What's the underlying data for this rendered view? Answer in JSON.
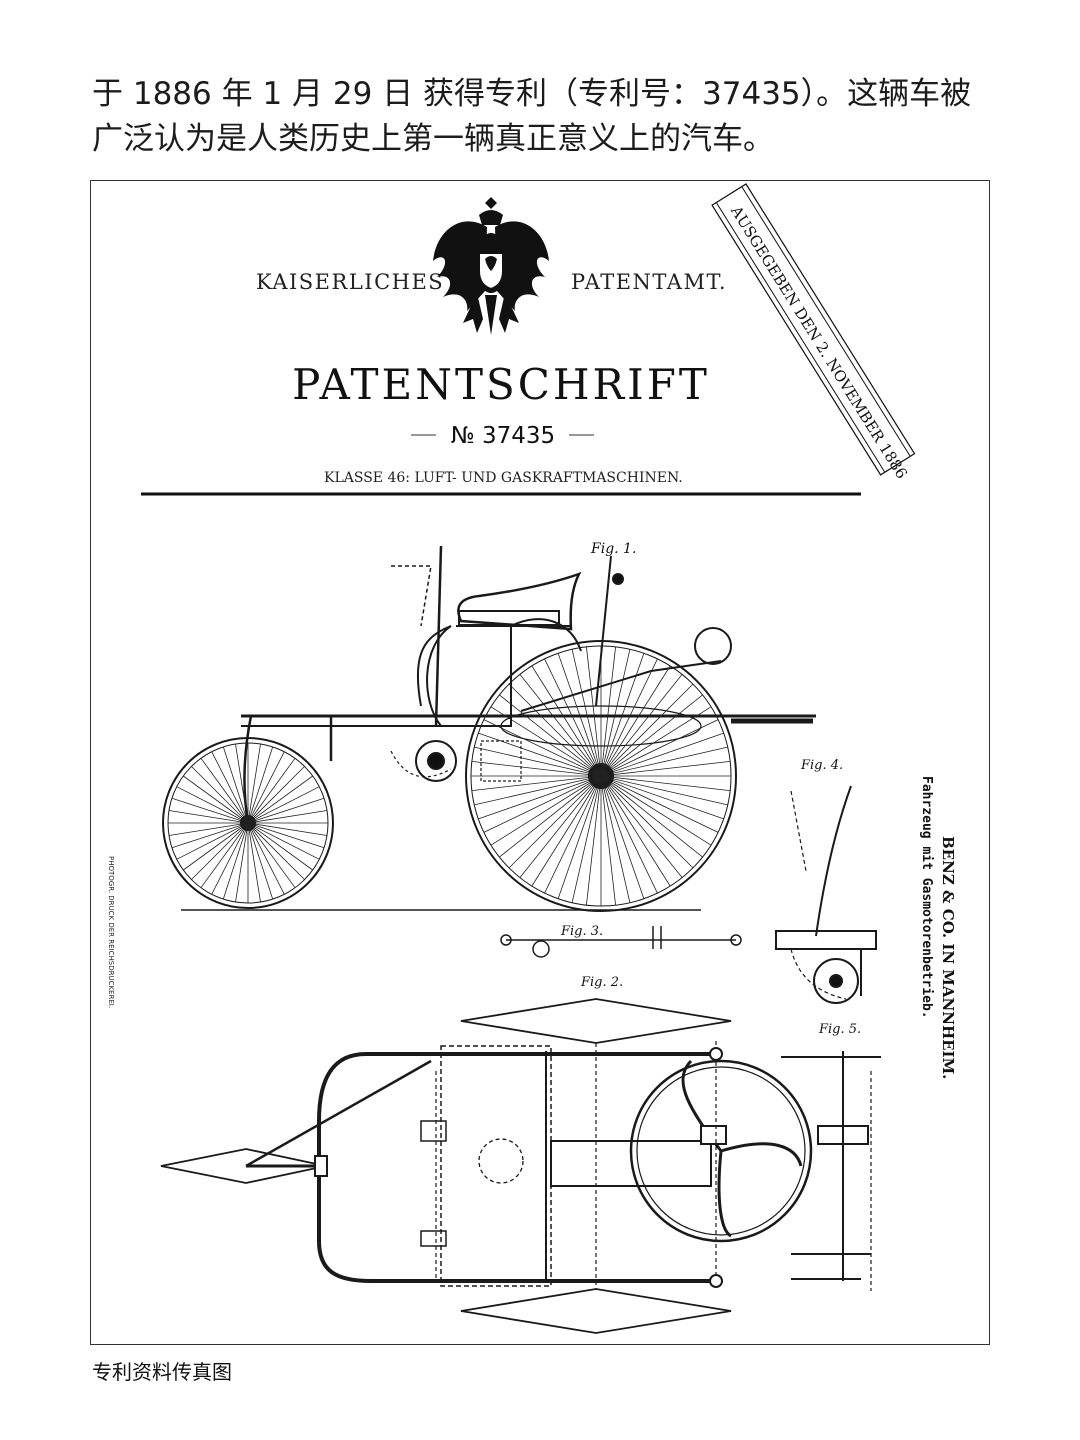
{
  "intro_text": "于 1886 年 1 月 29 日 获得专利（专利号：37435）。这辆车被广泛认为是人类历史上第一辆真正意义上的汽车。",
  "patent": {
    "office_left": "KAISERLICHES",
    "office_right": "PATENTAMT.",
    "title": "PATENTSCHRIFT",
    "number": "№ 37435",
    "class": "KLASSE 46: LUFT- UND GASKRAFTMASCHINEN.",
    "issued_stamp": "AUSGEGEBEN DEN 2. NOVEMBER 1886",
    "assignee": "BENZ & CO. IN MANNHEIM.",
    "subject": "Fahrzeug mit Gasmotorenbetrieb.",
    "printer": "PHOTOGR. DRUCK DER REICHSDRUCKEREI.",
    "fig1": "Fig. 1.",
    "fig2": "Fig. 2.",
    "fig3": "Fig. 3.",
    "fig4": "Fig. 4.",
    "fig5": "Fig. 5."
  },
  "caption": "专利资料传真图"
}
